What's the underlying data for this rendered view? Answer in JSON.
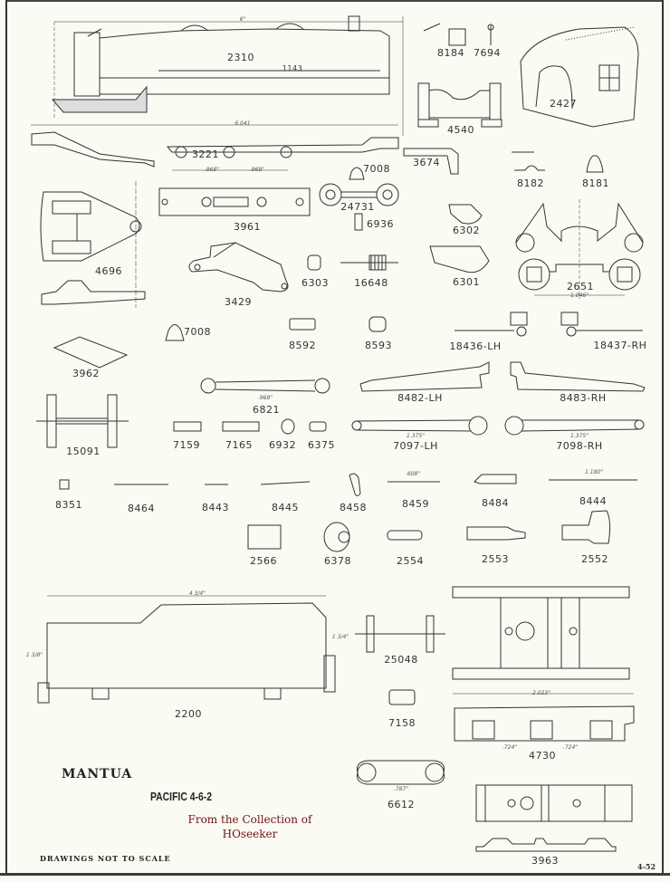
{
  "sheet": {
    "manufacturer": "MANTUA",
    "model": "PACIFIC 4-6-2",
    "credit_line1": "From the Collection of",
    "credit_line2": "HOseeker",
    "scale_note": "DRAWINGS NOT TO SCALE",
    "page_number": "4-52"
  },
  "parts": [
    {
      "id": "boiler",
      "number": "2310"
    },
    {
      "id": "boiler-pipe",
      "number": "1143"
    },
    {
      "id": "frame",
      "number": "3221"
    },
    {
      "id": "bracket-8184",
      "number": "8184"
    },
    {
      "id": "pin-7694",
      "number": "7694"
    },
    {
      "id": "cab",
      "number": "2427"
    },
    {
      "id": "saddle",
      "number": "4540"
    },
    {
      "id": "bracket-3674",
      "number": "3674"
    },
    {
      "id": "spring-7008-top",
      "number": "7008"
    },
    {
      "id": "strap-8182",
      "number": "8182"
    },
    {
      "id": "bell-8181",
      "number": "8181"
    },
    {
      "id": "trailing-truck",
      "number": "4696"
    },
    {
      "id": "plate-3961",
      "number": "3961"
    },
    {
      "id": "wheelset-24731",
      "number": "24731"
    },
    {
      "id": "pin-6936",
      "number": "6936"
    },
    {
      "id": "bearing-6302",
      "number": "6302"
    },
    {
      "id": "bearing-6301",
      "number": "6301"
    },
    {
      "id": "pilot-truck",
      "number": "2651"
    },
    {
      "id": "motor-mount",
      "number": "3429"
    },
    {
      "id": "bushing-6303",
      "number": "6303"
    },
    {
      "id": "worm-16648",
      "number": "16648"
    },
    {
      "id": "spring-7008-mid",
      "number": "7008"
    },
    {
      "id": "sleeve-8592",
      "number": "8592"
    },
    {
      "id": "bushing-8593",
      "number": "8593"
    },
    {
      "id": "crosshead-lh",
      "number": "18436-LH"
    },
    {
      "id": "crosshead-rh",
      "number": "18437-RH"
    },
    {
      "id": "plate-3962",
      "number": "3962"
    },
    {
      "id": "rod-6821",
      "number": "6821"
    },
    {
      "id": "hanger-lh",
      "number": "8482-LH"
    },
    {
      "id": "hanger-rh",
      "number": "8483-RH"
    },
    {
      "id": "wheelset-15091",
      "number": "15091"
    },
    {
      "id": "screw-7159",
      "number": "7159"
    },
    {
      "id": "screw-7165",
      "number": "7165"
    },
    {
      "id": "washer-6932",
      "number": "6932"
    },
    {
      "id": "sleeve-6375",
      "number": "6375"
    },
    {
      "id": "main-rod-lh",
      "number": "7097-LH"
    },
    {
      "id": "main-rod-rh",
      "number": "7098-RH"
    },
    {
      "id": "pin-8351",
      "number": "8351"
    },
    {
      "id": "rod-8464",
      "number": "8464"
    },
    {
      "id": "link-8443",
      "number": "8443"
    },
    {
      "id": "link-8445",
      "number": "8445"
    },
    {
      "id": "crank-8458",
      "number": "8458"
    },
    {
      "id": "link-8459",
      "number": "8459"
    },
    {
      "id": "lever-8484",
      "number": "8484"
    },
    {
      "id": "rod-8444",
      "number": "8444"
    },
    {
      "id": "block-2566",
      "number": "2566"
    },
    {
      "id": "pulley-6378",
      "number": "6378"
    },
    {
      "id": "pin-2554",
      "number": "2554"
    },
    {
      "id": "bar-2553",
      "number": "2553"
    },
    {
      "id": "drawbar-2552",
      "number": "2552"
    },
    {
      "id": "tender",
      "number": "2200"
    },
    {
      "id": "wheelset-25048",
      "number": "25048"
    },
    {
      "id": "screw-7158",
      "number": "7158"
    },
    {
      "id": "tender-truck",
      "number": "4730"
    },
    {
      "id": "link-6612",
      "number": "6612"
    },
    {
      "id": "plate-3963",
      "number": "3963"
    }
  ],
  "dimensions": {
    "boiler_length": "6\"",
    "frame_length": "6.041",
    "frame_spacing_a": ".968\"",
    "frame_spacing_b": ".968\"",
    "rod_6821": ".968\"",
    "rod_7097": "1.375\"",
    "rod_7098": "1.375\"",
    "link_8459": ".608\"",
    "rod_8444": "1.180\"",
    "pilot_wheelbase": "1.046\"",
    "tender_length": "4 3/4\"",
    "tender_height_left": "1 3/8\"",
    "tender_height_right": "1 3/4\"",
    "truck_length": "2.023\"",
    "truck_spacing_a": ".724\"",
    "truck_spacing_b": ".724\"",
    "link_6612": ".787\""
  }
}
